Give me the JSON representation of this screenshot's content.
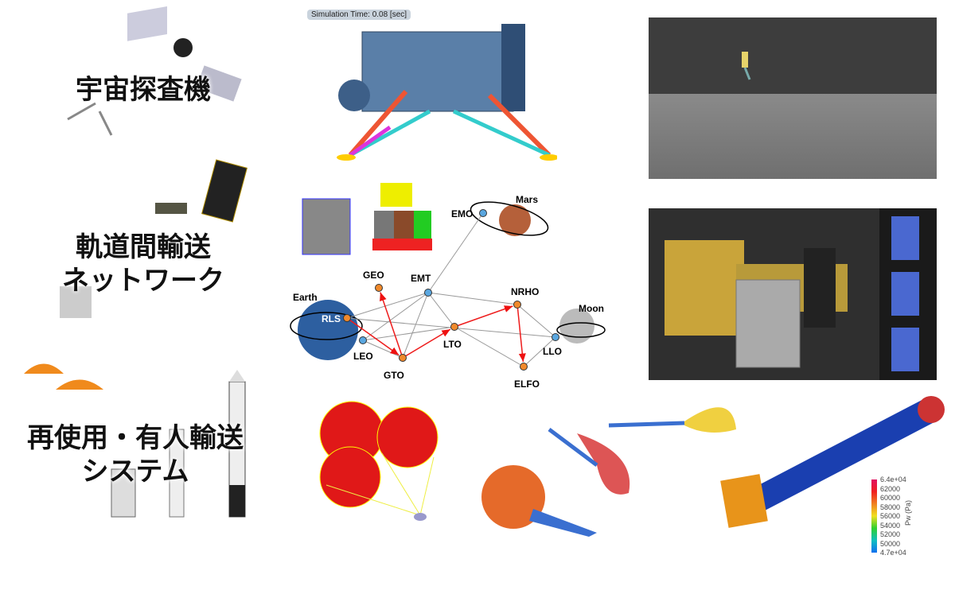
{
  "sections": {
    "probe": "宇宙探査機",
    "network_line1": "軌道間輸送",
    "network_line2": "ネットワーク",
    "reusable_line1": "再使用・有人輸送",
    "reusable_line2": "システム"
  },
  "simulation": {
    "time_label": "Simulation Time: 0.08 [sec]"
  },
  "network": {
    "bodies": {
      "earth": "Earth",
      "mars": "Mars",
      "moon": "Moon"
    },
    "nodes": [
      {
        "id": "EMO",
        "label": "EMO",
        "type": "blue"
      },
      {
        "id": "EMT",
        "label": "EMT",
        "type": "blue"
      },
      {
        "id": "GEO",
        "label": "GEO",
        "type": "orange"
      },
      {
        "id": "RLS",
        "label": "RLS",
        "type": "orange"
      },
      {
        "id": "LEO",
        "label": "LEO",
        "type": "blue"
      },
      {
        "id": "GTO",
        "label": "GTO",
        "type": "orange"
      },
      {
        "id": "LTO",
        "label": "LTO",
        "type": "orange"
      },
      {
        "id": "NRHO",
        "label": "NRHO",
        "type": "orange"
      },
      {
        "id": "LLO",
        "label": "LLO",
        "type": "blue"
      },
      {
        "id": "ELFO",
        "label": "ELFO",
        "type": "orange"
      }
    ],
    "colors": {
      "blue": "#5aa7e0",
      "orange": "#f0892b",
      "edge": "#999999",
      "route": "#ee1c1c"
    }
  },
  "colorbar": {
    "title": "Pw (Pa)",
    "ticks": [
      "6.4e+04",
      "62000",
      "60000",
      "58000",
      "56000",
      "54000",
      "52000",
      "50000",
      "4.7e+04"
    ]
  }
}
